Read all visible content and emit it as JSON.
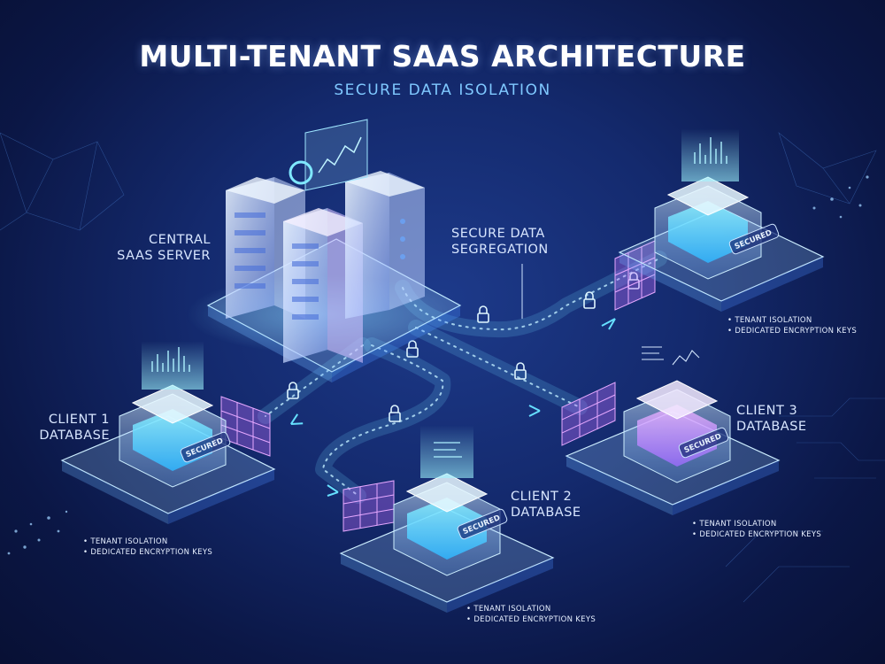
{
  "header": {
    "title": "MULTI-TENANT SAAS ARCHITECTURE",
    "subtitle": "SECURE DATA ISOLATION"
  },
  "server": {
    "label_line1": "CENTRAL",
    "label_line2": "SAAS SERVER"
  },
  "segregation": {
    "label_line1": "SECURE DATA",
    "label_line2": "SEGREGATION"
  },
  "clients": [
    {
      "label_line1": "CLIENT 1",
      "label_line2": "DATABASE",
      "badge": "SECURED",
      "bullets": [
        "TENANT ISOLATION",
        "DEDICATED ENCRYPTION KEYS"
      ]
    },
    {
      "label_line1": "CLIENT 2",
      "label_line2": "DATABASE",
      "badge": "SECURED",
      "bullets": [
        "TENANT ISOLATION",
        "DEDICATED ENCRYPTION KEYS"
      ]
    },
    {
      "label_line1": "CLIENT 3",
      "label_line2": "DATABASE",
      "badge": "SECURED",
      "bullets": [
        "TENANT ISOLATION",
        "DEDICATED ENCRYPTION KEYS"
      ]
    },
    {
      "label_line1": "",
      "label_line2": "",
      "badge": "SECURED",
      "bullets": [
        "TENANT ISOLATION",
        "DEDICATED ENCRYPTION KEYS"
      ]
    }
  ],
  "icons": [
    "lock-icon",
    "firewall-icon",
    "server-rack-icon",
    "database-stack-icon",
    "hologram-chart-icon",
    "flow-arrow-icon"
  ],
  "colors": {
    "background": "#132a6e",
    "accent_cyan": "#6fe3ff",
    "accent_magenta": "#d58cff",
    "text": "#e8f1ff"
  }
}
